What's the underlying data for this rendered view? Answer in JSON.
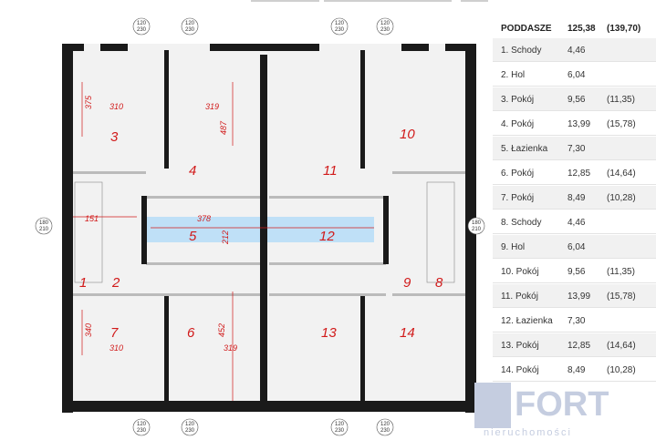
{
  "floor_title": "PODDASZE",
  "floor_area": "125,38",
  "floor_area_alt": "(139,70)",
  "rooms": [
    {
      "name": "1. Schody",
      "area": "4,46",
      "alt": ""
    },
    {
      "name": "2. Hol",
      "area": "6,04",
      "alt": ""
    },
    {
      "name": "3. Pokój",
      "area": "9,56",
      "alt": "(11,35)"
    },
    {
      "name": "4. Pokój",
      "area": "13,99",
      "alt": "(15,78)"
    },
    {
      "name": "5. Łazienka",
      "area": "7,30",
      "alt": ""
    },
    {
      "name": "6. Pokój",
      "area": "12,85",
      "alt": "(14,64)"
    },
    {
      "name": "7. Pokój",
      "area": "8,49",
      "alt": "(10,28)"
    },
    {
      "name": "8. Schody",
      "area": "4,46",
      "alt": ""
    },
    {
      "name": "9. Hol",
      "area": "6,04",
      "alt": ""
    },
    {
      "name": "10. Pokój",
      "area": "9,56",
      "alt": "(11,35)"
    },
    {
      "name": "11. Pokój",
      "area": "13,99",
      "alt": "(15,78)"
    },
    {
      "name": "12. Łazienka",
      "area": "7,30",
      "alt": ""
    },
    {
      "name": "13. Pokój",
      "area": "12,85",
      "alt": "(14,64)"
    },
    {
      "name": "14. Pokój",
      "area": "8,49",
      "alt": "(10,28)"
    }
  ],
  "plan": {
    "room_numbers": [
      "1",
      "2",
      "3",
      "4",
      "5",
      "6",
      "7",
      "8",
      "9",
      "10",
      "11",
      "12",
      "13",
      "14"
    ],
    "dimensions": [
      "375",
      "310",
      "319",
      "487",
      "151",
      "378",
      "212",
      "340",
      "310",
      "319",
      "452"
    ],
    "window_marks": [
      "120",
      "230"
    ],
    "side_mark_top": "180",
    "side_mark_bottom": "210"
  },
  "logo": {
    "brand": "FORT",
    "tagline": "nieruchomości"
  },
  "colors": {
    "wall": "#1a1a1a",
    "room_number": "#d11a1a",
    "bathroom": "#bfe0f7",
    "dim_line": "#d11a1a",
    "floor": "#f2f2f2"
  }
}
